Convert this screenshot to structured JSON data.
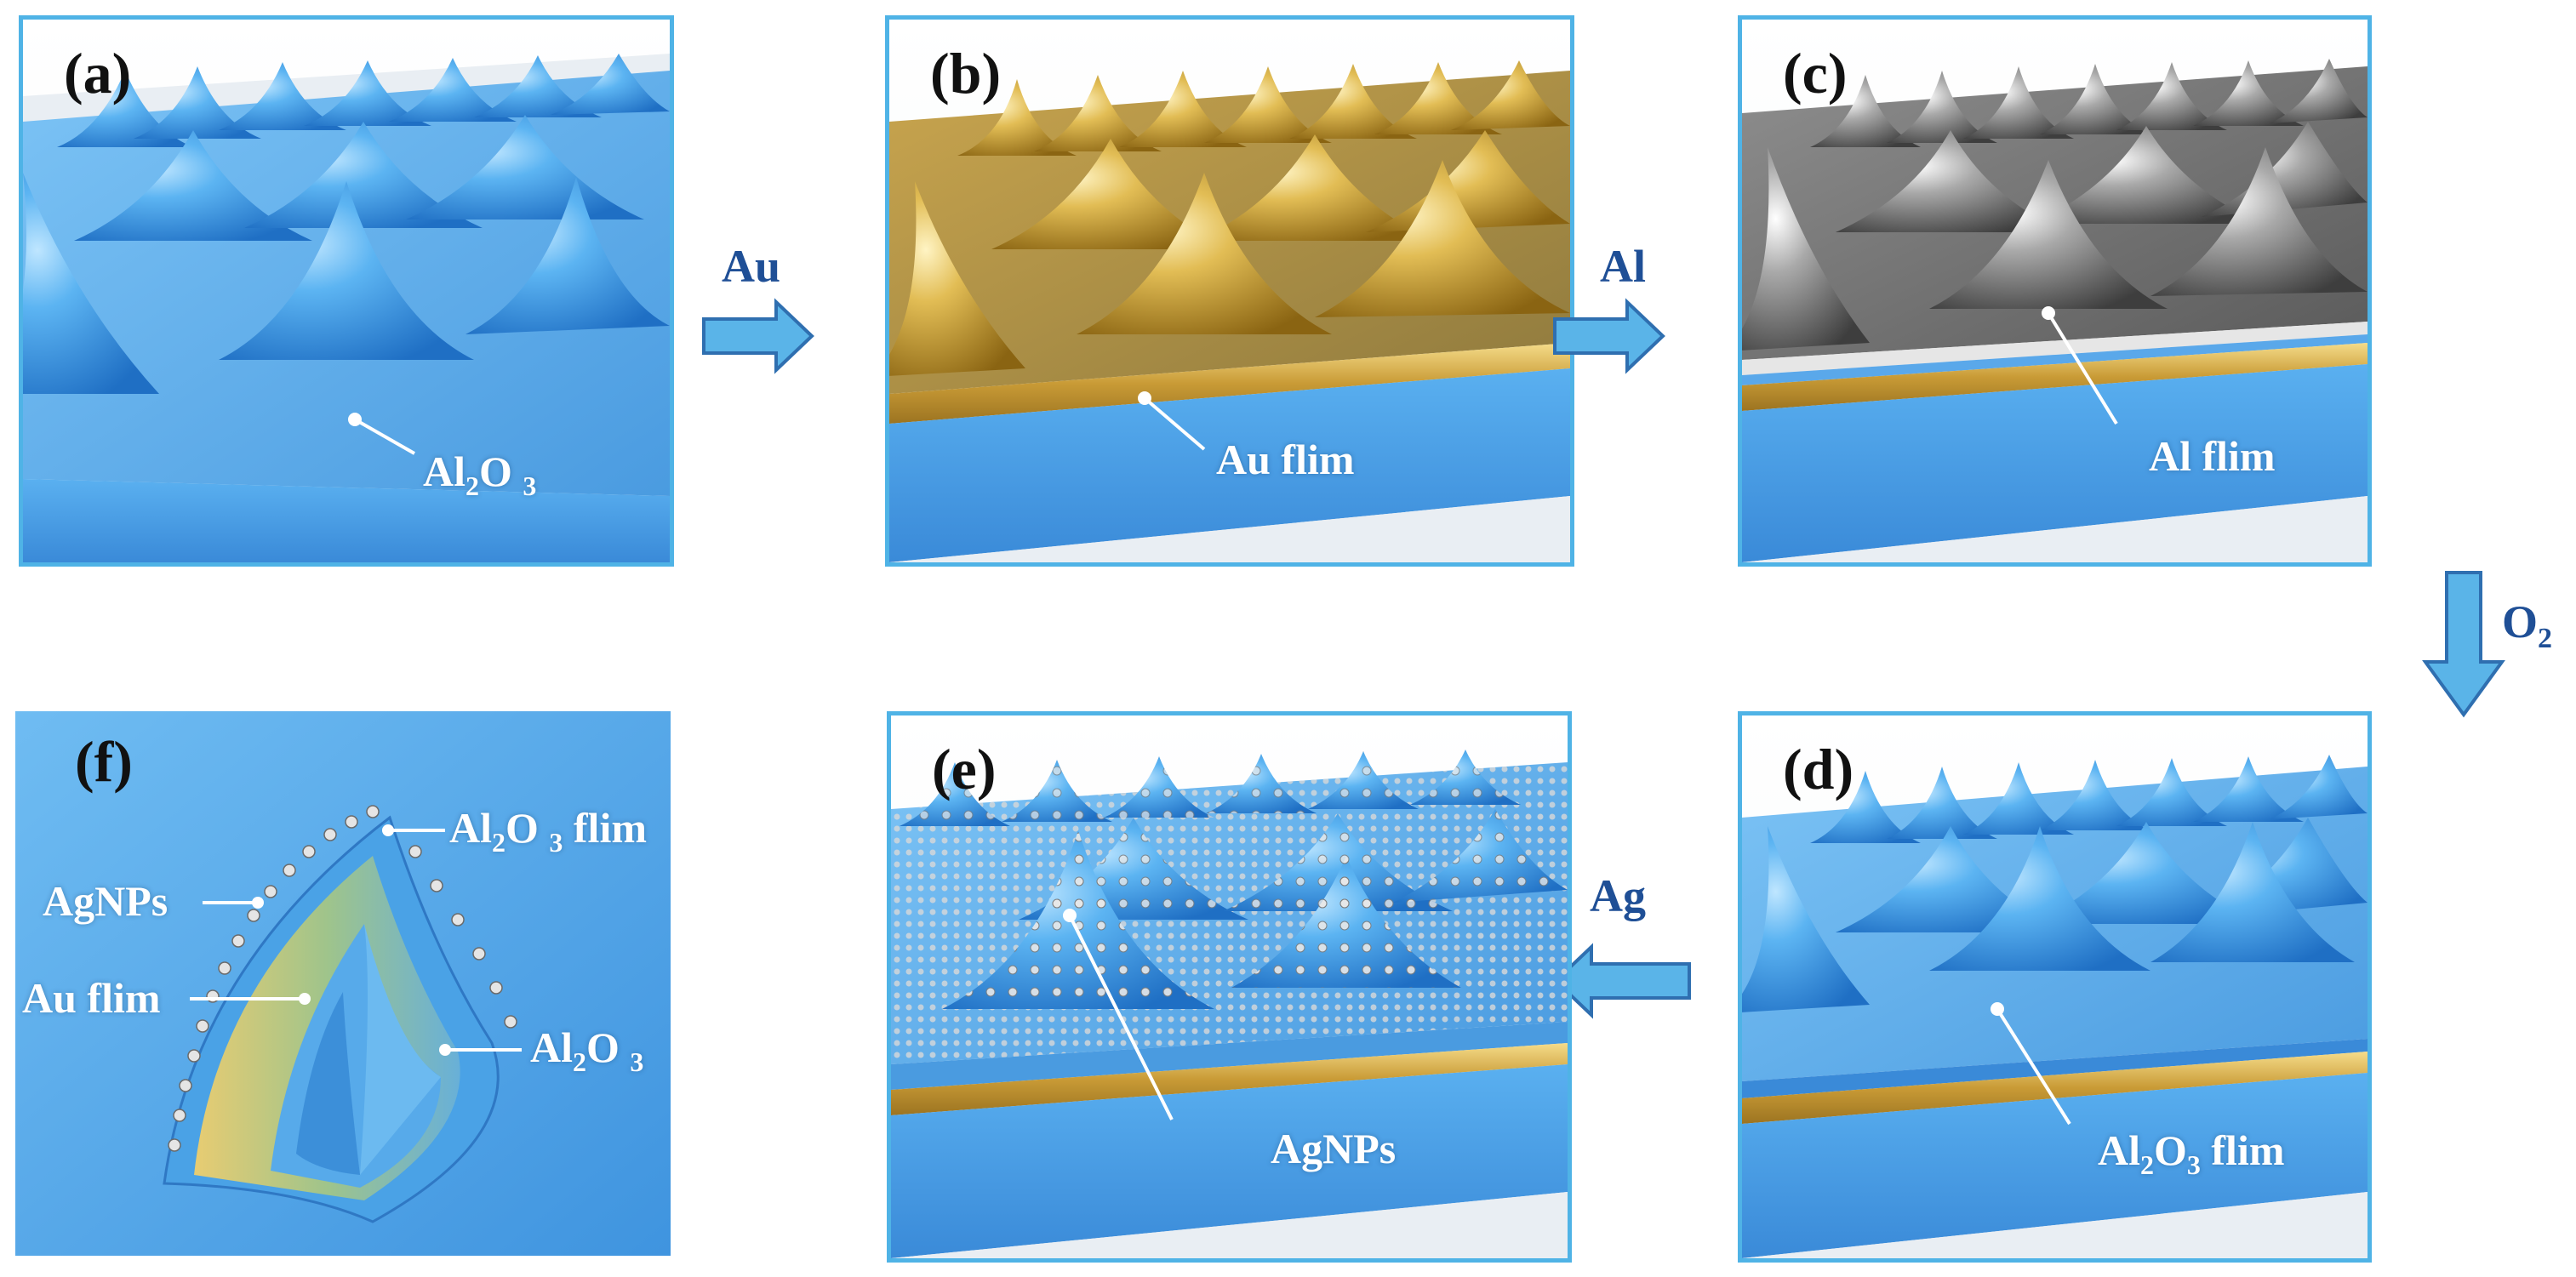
{
  "panels": {
    "a": {
      "label": "(a)",
      "callout": {
        "main": "Al",
        "sub": "2",
        "rest": "O ",
        "end": "3"
      }
    },
    "b": {
      "label": "(b)",
      "callout": "Au flim"
    },
    "c": {
      "label": "(c)",
      "callout": "Al flim"
    },
    "d": {
      "label": "(d)",
      "callout": {
        "main": "Al",
        "sub": "2",
        "rest": "O",
        "sub2": "3",
        "tail": " flim"
      }
    },
    "e": {
      "label": "(e)",
      "callout": "AgNPs"
    },
    "f": {
      "label": "(f)",
      "callouts": {
        "al2o3_flim": {
          "main": "Al",
          "sub": "2",
          "rest": "O ",
          "sub2": "3",
          "tail": " flim"
        },
        "agnps": "AgNPs",
        "au_flim": "Au flim",
        "al2o3": {
          "main": "Al",
          "sub": "2",
          "rest": "O ",
          "end": "3"
        }
      }
    }
  },
  "steps": {
    "a_to_b": "Au",
    "b_to_c": "Al",
    "c_to_d": {
      "main": "O",
      "sub": "2"
    },
    "d_to_e": "Ag"
  },
  "colors": {
    "panel_border": "#4fb3e6",
    "substrate_blue": "#3f93e0",
    "gold": "#d8b04a",
    "silver": "#9a9a9a",
    "arrow_fill": "#5ab4e8",
    "arrow_stroke": "#2f6fb0",
    "step_text": "#1f4f96"
  }
}
